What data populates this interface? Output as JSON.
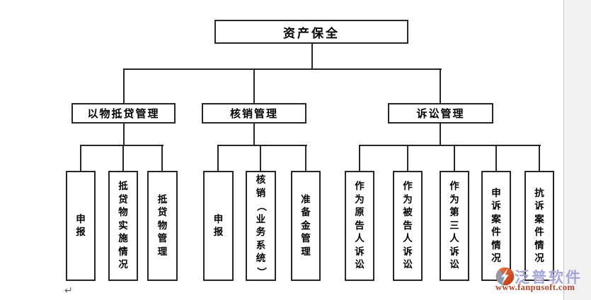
{
  "diagram": {
    "root": "资产保全",
    "branches": [
      {
        "label": "以物抵贷管理",
        "children": [
          "申报",
          "抵贷物实施情况",
          "抵贷物管理"
        ]
      },
      {
        "label": "核销管理",
        "children": [
          "申报",
          "核销（业务系统）",
          "准备金管理"
        ]
      },
      {
        "label": "诉讼管理",
        "children": [
          "作为原告人诉讼",
          "作为被告人诉讼",
          "作为第三人诉讼",
          "申诉案件情况",
          "抗诉案件情况"
        ]
      }
    ],
    "line_color": "#262626",
    "box_fill": "#ffffff"
  },
  "watermark": {
    "brand": "泛普软件",
    "url": "www.fanpusoft.com",
    "brand_color": "#a5a6d6",
    "url_color": "#b8432a",
    "logo_orange": "#d6502a",
    "logo_gray": "#8d99ad"
  },
  "editor": {
    "paragraph_mark": "↵"
  }
}
